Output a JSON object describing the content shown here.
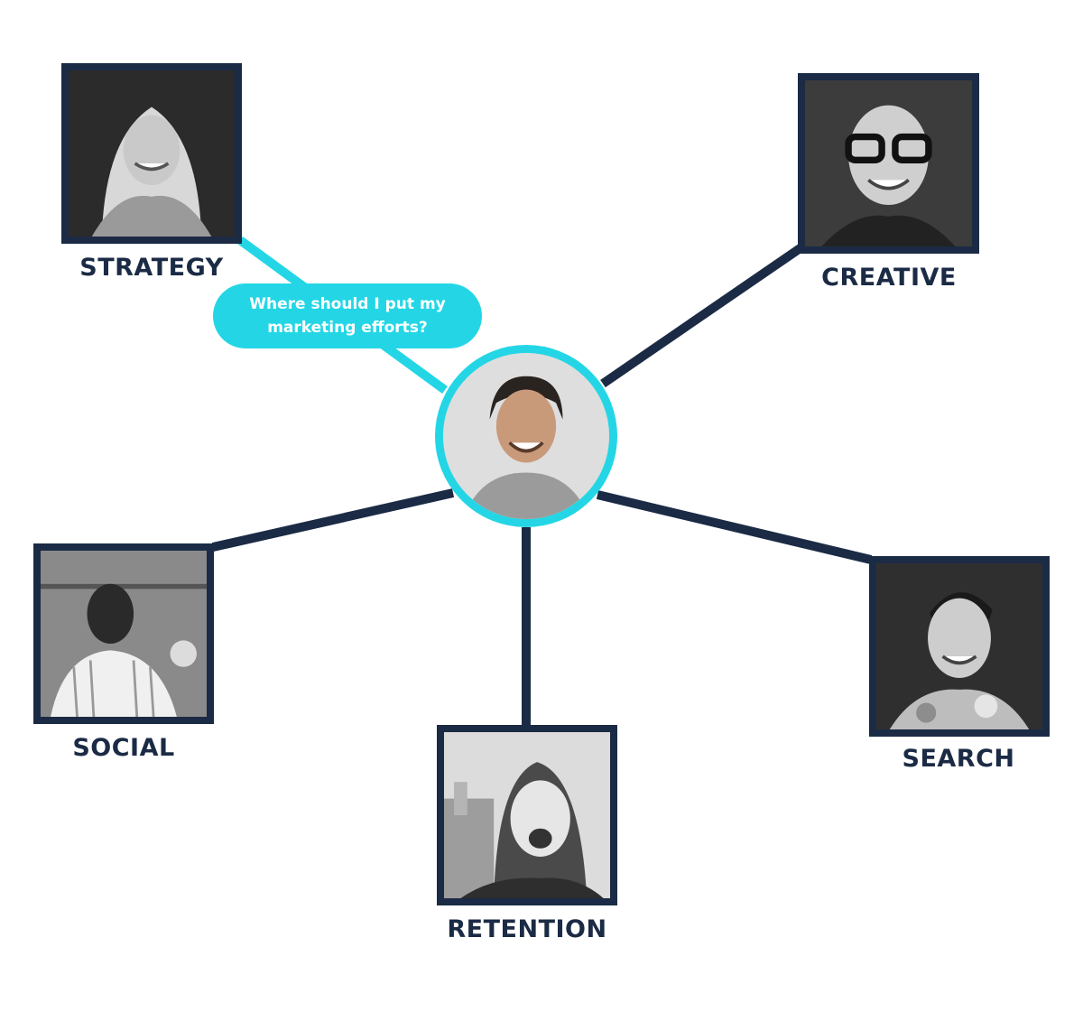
{
  "hub": {
    "avatar": "person-avatar",
    "ring_color": "#24d6e5"
  },
  "question": {
    "text": "Where should I put my marketing efforts?",
    "color": "#24d6e5"
  },
  "specialists": [
    {
      "id": "strategy",
      "label": "STRATEGY",
      "link_color": "#24d6e5"
    },
    {
      "id": "creative",
      "label": "CREATIVE",
      "link_color": "#1b2b45"
    },
    {
      "id": "social",
      "label": "SOCIAL",
      "link_color": "#1b2b45"
    },
    {
      "id": "retention",
      "label": "RETENTION",
      "link_color": "#1b2b45"
    },
    {
      "id": "search",
      "label": "SEARCH",
      "link_color": "#1b2b45"
    }
  ],
  "colors": {
    "navy": "#1b2b45",
    "accent": "#24d6e5"
  }
}
